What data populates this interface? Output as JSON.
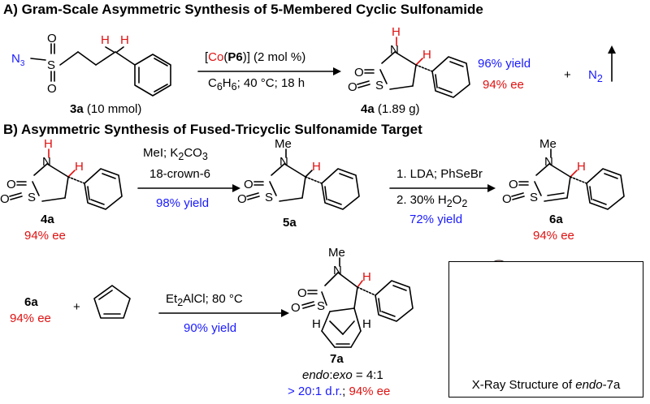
{
  "section_a": {
    "title": "A) Gram-Scale Asymmetric Synthesis of 5-Membered Cyclic Sulfonamide",
    "substrate": {
      "compound": "3a",
      "amount": "(10 mmol)"
    },
    "catalyst": {
      "pre": "[",
      "metal": "Co",
      "mid": "(",
      "ligand": "P6",
      "post": ")] (2 mol %)"
    },
    "conditions": {
      "solvent_c": "C",
      "solvent_sub1": "6",
      "solvent_h": "H",
      "solvent_sub2": "6",
      "rest": "; 40 °C; 18 h"
    },
    "product": {
      "compound": "4a",
      "amount": "(1.89 g)",
      "yield": "96% yield",
      "ee": "94% ee"
    },
    "byproduct": {
      "plus": "+",
      "n": "N",
      "sub": "2"
    }
  },
  "section_b": {
    "title": "B) Asymmetric Synthesis of Fused-Tricyclic Sulfonamide Target",
    "start": {
      "compound": "4a",
      "ee": "94% ee"
    },
    "step1": {
      "line1_pre": "MeI; K",
      "line1_sub1": "2",
      "line1_mid": "CO",
      "line1_sub2": "3",
      "line2": "18-crown-6",
      "yield": "98% yield"
    },
    "intermediate": {
      "compound": "5a"
    },
    "step2": {
      "line1": "1. LDA; PhSeBr",
      "line2_pre": "2. 30% H",
      "line2_sub": "2",
      "line2_mid": "O",
      "line2_sub2": "2",
      "yield": "72% yield"
    },
    "alkene": {
      "compound": "6a",
      "ee": "94% ee"
    },
    "step3": {
      "reagent_pre": "Et",
      "reagent_sub": "2",
      "reagent_post": "AlCl; 80 °C",
      "yield": "90% yield"
    },
    "diene_plus": "+",
    "target": {
      "compound": "7a",
      "ratio_endo": "endo",
      "ratio_sep": ":",
      "ratio_exo": "exo",
      "ratio_val": " = 4:1",
      "dr": "> 20:1 d.r.",
      "sep": ";",
      "ee": "94% ee"
    },
    "xray": {
      "caption_pre": "X-Ray Structure of ",
      "caption_endo": "endo",
      "caption_post": "-7a"
    }
  },
  "atoms": {
    "n3": "N",
    "n3_sub": "3",
    "S": "S",
    "O": "O",
    "N": "N",
    "H": "H",
    "Me": "Me"
  },
  "colors": {
    "blue": "#1a1aff",
    "red": "#e01010",
    "text": "#000000"
  }
}
